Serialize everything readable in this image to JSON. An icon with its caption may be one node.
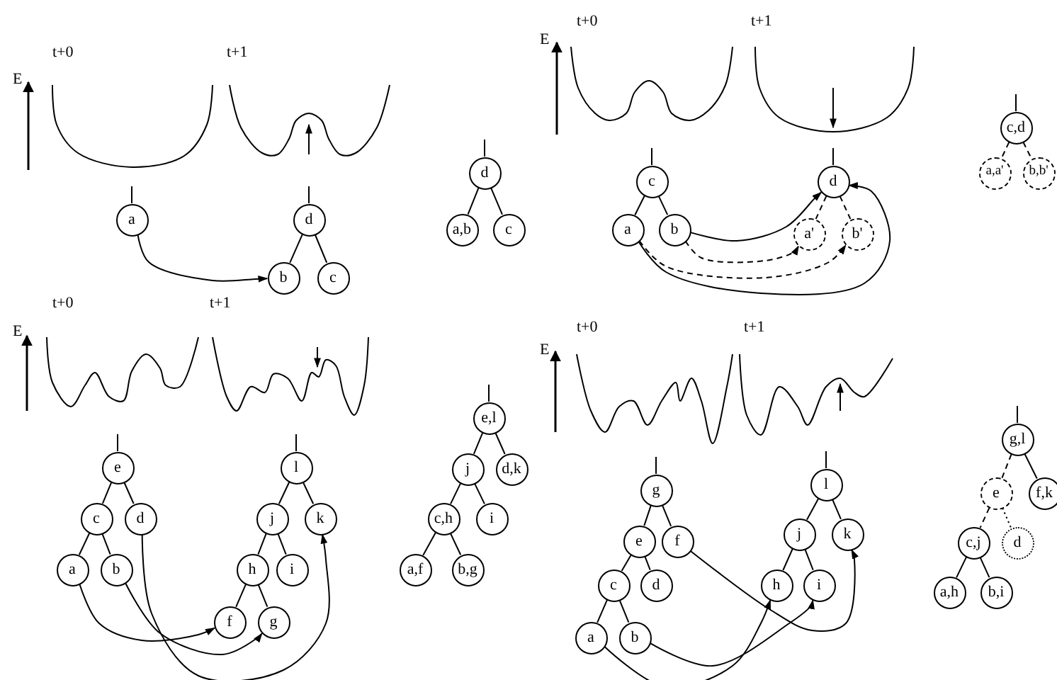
{
  "diagram": {
    "nodes": [
      {
        "text": [
          "a"
        ]
      },
      {
        "text": [
          "d"
        ]
      },
      {
        "text": [
          "b"
        ]
      },
      {
        "text": [
          "c"
        ]
      },
      {
        "text": [
          "d"
        ]
      },
      {
        "text": [
          "a,b"
        ]
      },
      {
        "text": [
          "c"
        ]
      },
      {
        "text": [
          "c"
        ]
      },
      {
        "text": [
          "a"
        ]
      },
      {
        "text": [
          "b"
        ]
      },
      {
        "text": [
          "d"
        ]
      },
      {
        "text": [
          "a'"
        ]
      },
      {
        "text": [
          "b'"
        ]
      },
      {
        "text": [
          "c,d"
        ]
      },
      {
        "text": [
          "a,a'"
        ]
      },
      {
        "text": [
          "b,b'"
        ]
      },
      {
        "text": [
          "e"
        ]
      },
      {
        "text": [
          "c"
        ]
      },
      {
        "text": [
          "d"
        ]
      },
      {
        "text": [
          "a"
        ]
      },
      {
        "text": [
          "b"
        ]
      },
      {
        "text": [
          "l"
        ]
      },
      {
        "text": [
          "j"
        ]
      },
      {
        "text": [
          "k"
        ]
      },
      {
        "text": [
          "h"
        ]
      },
      {
        "text": [
          "i"
        ]
      },
      {
        "text": [
          "f"
        ]
      },
      {
        "text": [
          "g"
        ]
      },
      {
        "text": [
          "e,l"
        ]
      },
      {
        "text": [
          "j"
        ]
      },
      {
        "text": [
          "d,k"
        ]
      },
      {
        "text": [
          "c,h"
        ]
      },
      {
        "text": [
          "i"
        ]
      },
      {
        "text": [
          "a,f"
        ]
      },
      {
        "text": [
          "b,g"
        ]
      },
      {
        "text": [
          "g"
        ]
      },
      {
        "text": [
          "e"
        ]
      },
      {
        "text": [
          "f"
        ]
      },
      {
        "text": [
          "c"
        ]
      },
      {
        "text": [
          "d"
        ]
      },
      {
        "text": [
          "a"
        ]
      },
      {
        "text": [
          "b"
        ]
      },
      {
        "text": [
          "l"
        ]
      },
      {
        "text": [
          "j"
        ]
      },
      {
        "text": [
          "k"
        ]
      },
      {
        "text": [
          "h"
        ]
      },
      {
        "text": [
          "i"
        ]
      },
      {
        "text": [
          "g,l"
        ]
      },
      {
        "text": [
          "e"
        ]
      },
      {
        "text": [
          "f,k"
        ]
      },
      {
        "text": [
          "c,j"
        ]
      },
      {
        "text": [
          "d"
        ]
      },
      {
        "text": [
          "a,h"
        ]
      },
      {
        "text": [
          "b,i"
        ]
      }
    ],
    "edges": [
      {
        "from": null,
        "to": 0,
        "arrow": "none"
      },
      {
        "from": null,
        "to": 1,
        "arrow": "none"
      },
      {
        "from": 1,
        "to": 2,
        "arrow": "none"
      },
      {
        "from": 1,
        "to": 3,
        "arrow": "none"
      },
      {
        "from": null,
        "to": 4,
        "arrow": "none"
      },
      {
        "from": 4,
        "to": 5,
        "arrow": "none"
      },
      {
        "from": 4,
        "to": 6,
        "arrow": "none"
      },
      {
        "from": 0,
        "to": 2,
        "arrow": "to"
      },
      {
        "from": null,
        "to": 7,
        "arrow": "none"
      },
      {
        "from": 7,
        "to": 8,
        "arrow": "none"
      },
      {
        "from": 7,
        "to": 9,
        "arrow": "none"
      },
      {
        "from": null,
        "to": 10,
        "arrow": "none"
      },
      {
        "from": 10,
        "to": 11,
        "arrow": "none",
        "style": "dashed"
      },
      {
        "from": 10,
        "to": 12,
        "arrow": "none",
        "style": "dashed"
      },
      {
        "from": null,
        "to": 13,
        "arrow": "none"
      },
      {
        "from": 13,
        "to": 14,
        "arrow": "none",
        "style": "dashed"
      },
      {
        "from": 13,
        "to": 15,
        "arrow": "none",
        "style": "dashed"
      },
      {
        "from": 9,
        "to": 10,
        "arrow": "to"
      },
      {
        "from": 8,
        "to": 12,
        "arrow": "to",
        "style": "dashed"
      },
      {
        "from": 9,
        "to": 11,
        "arrow": "to",
        "style": "dashed"
      },
      {
        "from": 8,
        "to": 10,
        "arrow": "to"
      },
      {
        "from": null,
        "to": 16,
        "arrow": "none"
      },
      {
        "from": 16,
        "to": 17,
        "arrow": "none"
      },
      {
        "from": 16,
        "to": 18,
        "arrow": "none"
      },
      {
        "from": 17,
        "to": 19,
        "arrow": "none"
      },
      {
        "from": 17,
        "to": 20,
        "arrow": "none"
      },
      {
        "from": null,
        "to": 21,
        "arrow": "none"
      },
      {
        "from": 21,
        "to": 22,
        "arrow": "none"
      },
      {
        "from": 21,
        "to": 23,
        "arrow": "none"
      },
      {
        "from": 22,
        "to": 24,
        "arrow": "none"
      },
      {
        "from": 22,
        "to": 25,
        "arrow": "none"
      },
      {
        "from": 24,
        "to": 26,
        "arrow": "none"
      },
      {
        "from": 24,
        "to": 27,
        "arrow": "none"
      },
      {
        "from": null,
        "to": 28,
        "arrow": "none"
      },
      {
        "from": 28,
        "to": 29,
        "arrow": "none"
      },
      {
        "from": 28,
        "to": 30,
        "arrow": "none"
      },
      {
        "from": 29,
        "to": 31,
        "arrow": "none"
      },
      {
        "from": 29,
        "to": 32,
        "arrow": "none"
      },
      {
        "from": 31,
        "to": 33,
        "arrow": "none"
      },
      {
        "from": 31,
        "to": 34,
        "arrow": "none"
      },
      {
        "from": 19,
        "to": 26,
        "arrow": "to"
      },
      {
        "from": 20,
        "to": 27,
        "arrow": "to"
      },
      {
        "from": 18,
        "to": 23,
        "arrow": "to"
      },
      {
        "from": null,
        "to": 35,
        "arrow": "none"
      },
      {
        "from": 35,
        "to": 36,
        "arrow": "none"
      },
      {
        "from": 35,
        "to": 37,
        "arrow": "none"
      },
      {
        "from": 36,
        "to": 38,
        "arrow": "none"
      },
      {
        "from": 36,
        "to": 39,
        "arrow": "none"
      },
      {
        "from": 38,
        "to": 40,
        "arrow": "none"
      },
      {
        "from": 38,
        "to": 41,
        "arrow": "none"
      },
      {
        "from": null,
        "to": 42,
        "arrow": "none"
      },
      {
        "from": 42,
        "to": 43,
        "arrow": "none"
      },
      {
        "from": 42,
        "to": 44,
        "arrow": "none"
      },
      {
        "from": 43,
        "to": 45,
        "arrow": "none"
      },
      {
        "from": 43,
        "to": 46,
        "arrow": "none"
      },
      {
        "from": null,
        "to": 47,
        "arrow": "none"
      },
      {
        "from": 47,
        "to": 48,
        "arrow": "none",
        "style": "dashed"
      },
      {
        "from": 47,
        "to": 49,
        "arrow": "none"
      },
      {
        "from": 48,
        "to": 50,
        "arrow": "none",
        "style": "dashed"
      },
      {
        "from": 48,
        "to": 51,
        "arrow": "none",
        "style": "dashed"
      },
      {
        "from": 50,
        "to": 52,
        "arrow": "none"
      },
      {
        "from": 50,
        "to": 53,
        "arrow": "none"
      },
      {
        "from": 40,
        "to": 45,
        "arrow": "to"
      },
      {
        "from": 41,
        "to": 46,
        "arrow": "to"
      },
      {
        "from": 37,
        "to": 44,
        "arrow": "to"
      }
    ],
    "labels": [
      "t+0",
      "t+1",
      "t+0",
      "t+1",
      "E",
      "E",
      "t+0",
      "t+1",
      "E",
      "t+0",
      "t+1",
      "E"
    ]
  }
}
